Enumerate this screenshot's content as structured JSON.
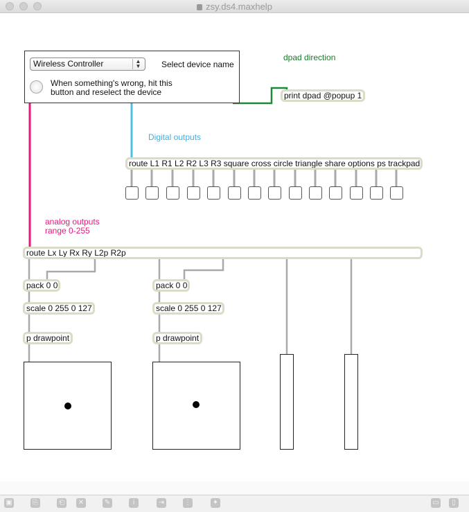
{
  "window": {
    "title": "zsy.ds4.maxhelp"
  },
  "device_selector": {
    "menu_value": "Wireless Controller",
    "select_label": "Select device name",
    "reset_text": "When something's wrong, hit this\nbutton and reselect the device"
  },
  "comments": {
    "dpad_direction": "dpad direction",
    "digital_outputs": "Digital outputs",
    "analog_outputs": "analog outputs\nrange 0-255"
  },
  "objects": {
    "print_dpad": "print dpad @popup 1",
    "route_digital": "route L1 R1 L2 R2 L3 R3 square cross circle triangle share options ps trackpad",
    "route_analog": "route Lx Ly Rx Ry L2p R2p",
    "pack_left": "pack 0 0",
    "pack_right": "pack 0 0",
    "scale_left": "scale 0 255 0 127",
    "scale_right": "scale 0 255 0 127",
    "drawpoint_left": "p drawpoint",
    "drawpoint_right": "p drawpoint"
  },
  "toggles": [
    "L1",
    "R1",
    "L2",
    "R2",
    "L3",
    "R3",
    "square",
    "cross",
    "circle",
    "triangle",
    "share",
    "options",
    "ps",
    "trackpad"
  ],
  "colors": {
    "cord_default": "#a9a9a9",
    "cord_analog": "#e4177d",
    "cord_digital": "#4fbfe0",
    "cord_dpad": "#1a8a3a",
    "comment_dpad": "#1a7a2a",
    "comment_digital": "#3bb0e0",
    "comment_analog": "#e4177d",
    "object_border": "#d9dcc6"
  },
  "toolbar_icons": [
    "lock-icon",
    "copy-icon",
    "paste-icon",
    "delete-icon",
    "presentation-icon",
    "info-icon",
    "connect-icon",
    "grid-icon",
    "debug-icon",
    "sidebar-left-icon",
    "sidebar-right-icon"
  ]
}
